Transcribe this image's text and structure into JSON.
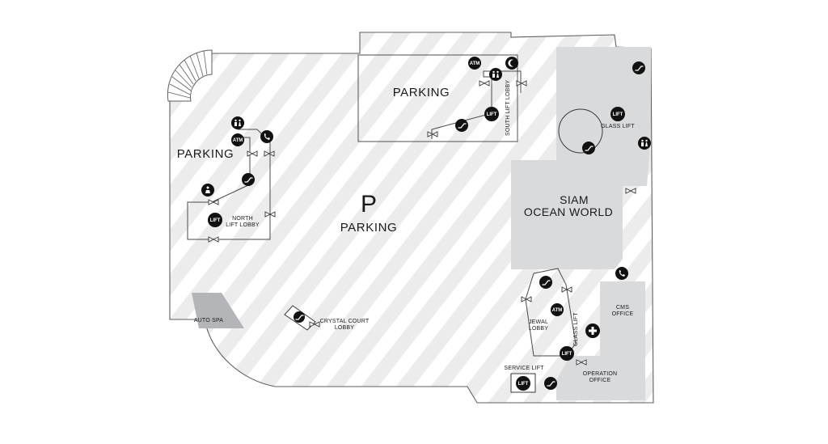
{
  "zones": {
    "parking_main_letter": "P",
    "parking_main": "PARKING",
    "parking_north": "PARKING",
    "parking_south": "PARKING",
    "siam_ocean_world_line1": "SIAM",
    "siam_ocean_world_line2": "OCEAN WORLD",
    "auto_spa": "AUTO SPA"
  },
  "places": {
    "north_lift_lobby_line1": "NORTH",
    "north_lift_lobby_line2": "LIFT LOBBY",
    "south_lift_lobby": "SOUTH LIFT LOBBY",
    "crystal_court_line1": "CRYSTAL COURT",
    "crystal_court_line2": "LOBBY",
    "glass_lift_upper": "GLASS LIFT",
    "glass_lift_lower": "GLASS LIFT",
    "jewal_lobby_line1": "JEWAL",
    "jewal_lobby_line2": "LOBBY",
    "cms_office_line1": "CMS",
    "cms_office_line2": "OFFICE",
    "operation_office_line1": "OPERATION",
    "operation_office_line2": "OFFICE",
    "service_lift": "SERVICE LIFT"
  },
  "icon_text": {
    "atm": "ATM",
    "lift": "LIFT"
  },
  "colors": {
    "floor_stripe": "#ececec",
    "zone_gray": "#d9dadc",
    "outline": "#5f5f5f",
    "icon": "#111111"
  }
}
